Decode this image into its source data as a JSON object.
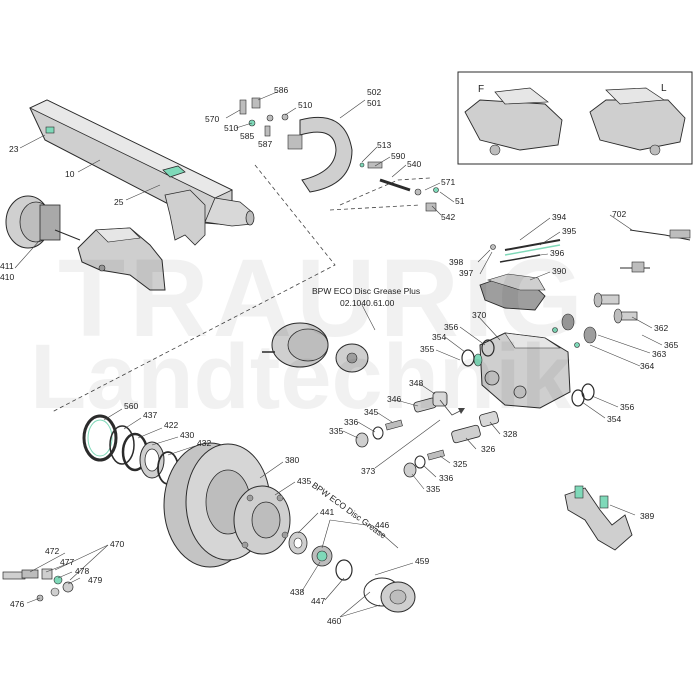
{
  "diagram": {
    "labels": {
      "l10": "10",
      "l23": "23",
      "l25": "25",
      "l410": "410",
      "l411": "411",
      "l570": "570",
      "l586": "586",
      "l510a": "510",
      "l510b": "510",
      "l585": "585",
      "l587": "587",
      "l502": "502",
      "l501": "501",
      "l513": "513",
      "l590": "590",
      "l540": "540",
      "l571": "571",
      "l51": "51",
      "l542": "542",
      "l394": "394",
      "l395": "395",
      "l396": "396",
      "l390": "390",
      "l398": "398",
      "l397": "397",
      "l702": "702",
      "l370": "370",
      "l356a": "356",
      "l354a": "354",
      "l355": "355",
      "l348": "348",
      "l346": "346",
      "l345": "345",
      "l336a": "336",
      "l335a": "335",
      "l362": "362",
      "l365": "365",
      "l363": "363",
      "l364": "364",
      "l356b": "356",
      "l354b": "354",
      "l328": "328",
      "l326": "326",
      "l325": "325",
      "l336b": "336",
      "l335b": "335",
      "l373": "373",
      "l560": "560",
      "l437": "437",
      "l422": "422",
      "l430": "430",
      "l432": "432",
      "l380": "380",
      "l435": "435",
      "l441": "441",
      "l446": "446",
      "l459": "459",
      "l438": "438",
      "l447": "447",
      "l460": "460",
      "l470": "470",
      "l472": "472",
      "l477": "477",
      "l478": "478",
      "l479": "479",
      "l476": "476",
      "l389": "389"
    },
    "inset": {
      "front_label": "F",
      "rear_label": "L"
    },
    "notes": {
      "grease_plus_line1": "BPW ECO Disc Grease Plus",
      "grease_plus_line2": "02.1040.61.00",
      "grease": "BPW ECO Disc Grease"
    },
    "watermark": {
      "line1": "TRAURIG",
      "line2": "Landtechnik"
    },
    "colors": {
      "part_fill": "#c9c9c9",
      "part_shade": "#9e9e9e",
      "part_light": "#e6e6e6",
      "highlight": "#7fd9b9",
      "line": "#2b2b2b",
      "leader": "#444444"
    }
  }
}
